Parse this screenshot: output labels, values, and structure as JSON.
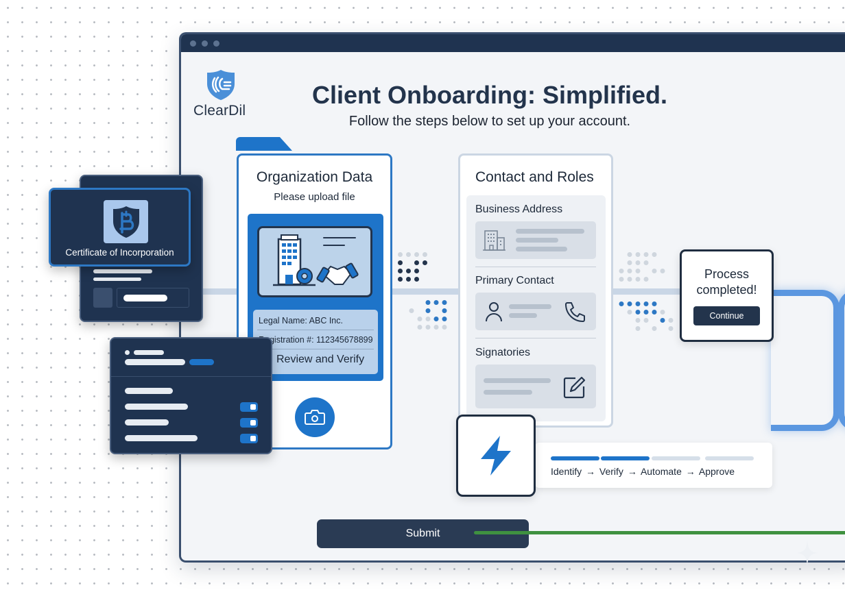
{
  "window": {
    "brand": {
      "name": "ClearDil",
      "icon": "shield-fingerprint-icon"
    },
    "title": "Client Onboarding: Simplified.",
    "subtitle": "Follow the steps below to set up your account."
  },
  "floating_cards": {
    "certificate": {
      "label": "Certificate of Incorporation",
      "icon": "shield-b-icon"
    },
    "settings": {
      "toggles": [
        true,
        true,
        true
      ]
    }
  },
  "organization_card": {
    "title": "Organization Data",
    "subtitle": "Please upload file",
    "legal_name": "Legal Name: ABC Inc.",
    "registration": "Registration #: 112345678899",
    "action_label": "Review and Verify",
    "camera_icon": "camera-icon"
  },
  "contact_card": {
    "title": "Contact and Roles",
    "sections": [
      {
        "label": "Business Address",
        "icon": "building-icon"
      },
      {
        "label": "Primary Contact",
        "icon": "user-icon",
        "action_icon": "phone-icon"
      },
      {
        "label": "Signatories",
        "icon": "edit-icon"
      }
    ]
  },
  "process_card": {
    "message": "Process completed!",
    "button_label": "Continue"
  },
  "steps": {
    "label": "Identify → Verify → Automate → Approve",
    "items": [
      "Identify",
      "Verify",
      "Automate",
      "Approve"
    ],
    "completed": 2,
    "active_color": "#1e74c9",
    "inactive_color": "#d6dfe9"
  },
  "submit": {
    "label": "Submit"
  },
  "colors": {
    "navy": "#1f3350",
    "accent_blue": "#1e74c9",
    "success_green": "#3f9140",
    "background": "#f3f5f8"
  }
}
